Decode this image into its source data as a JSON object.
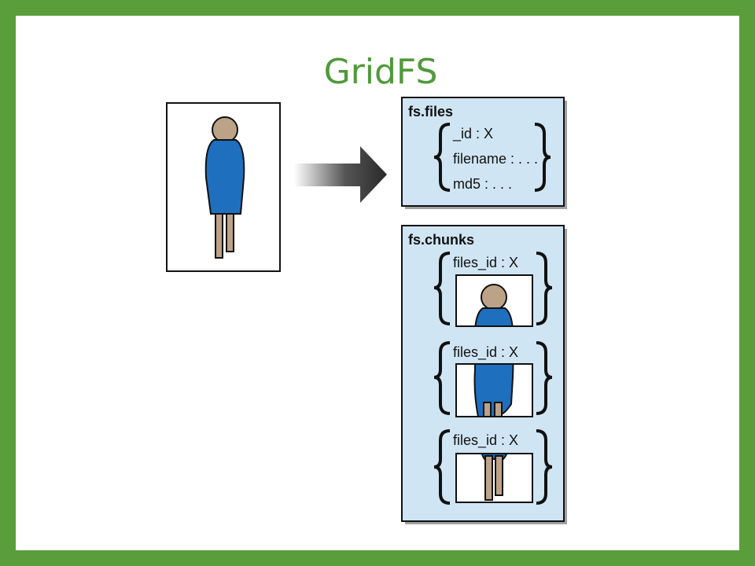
{
  "slide": {
    "title": "GridFS"
  },
  "colors": {
    "frame": "#5a9e3c",
    "title": "#4f9a3a",
    "panel": "#cfe5f3",
    "dress": "#1e6fbd",
    "skin": "#bca387"
  },
  "files_panel": {
    "heading": "fs.files",
    "fields": [
      "_id : X",
      "filename : . . .",
      "md5 : . . ."
    ]
  },
  "chunks_panel": {
    "heading": "fs.chunks",
    "chunks": [
      {
        "label": "files_id : X",
        "slice": "head-torso"
      },
      {
        "label": "files_id : X",
        "slice": "dress"
      },
      {
        "label": "files_id : X",
        "slice": "legs"
      }
    ]
  },
  "icons": [
    "person-icon",
    "arrow-right-icon",
    "brace-icon"
  ]
}
